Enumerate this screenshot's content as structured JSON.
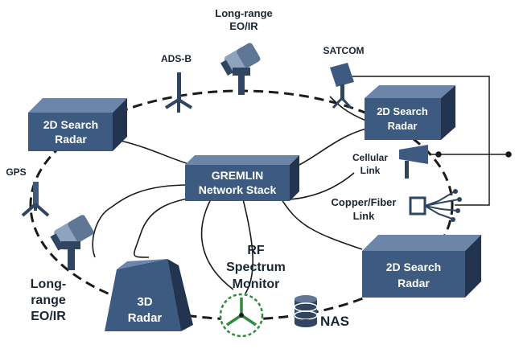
{
  "diagram": {
    "nodes": {
      "gremlin": {
        "line1": "GREMLIN",
        "line2": "Network Stack"
      },
      "radar_top_left": {
        "line1": "2D Search",
        "line2": "Radar"
      },
      "radar_top_right": {
        "line1": "2D Search",
        "line2": "Radar"
      },
      "radar_bottom_right": {
        "line1": "2D Search",
        "line2": "Radar"
      },
      "radar_3d": {
        "line1": "3D",
        "line2": "Radar"
      },
      "eoir_top": {
        "line1": "Long-range",
        "line2": "EO/IR"
      },
      "eoir_left": {
        "line1": "Long-",
        "line2": "range",
        "line3": "EO/IR"
      },
      "adsb": {
        "label": "ADS-B"
      },
      "satcom": {
        "label": "SATCOM"
      },
      "gps": {
        "label": "GPS"
      },
      "cellular": {
        "line1": "Cellular",
        "line2": "Link"
      },
      "copper_fiber": {
        "line1": "Copper/Fiber",
        "line2": "Link"
      },
      "rf_monitor": {
        "line1": "RF",
        "line2": "Spectrum",
        "line3": "Monitor"
      },
      "nas": {
        "label": "NAS"
      }
    },
    "colors": {
      "box_face": "#3d5a80",
      "box_top": "#6b86a8",
      "box_side": "#22344f",
      "line": "#1b1b1b",
      "accent_green": "#2e8b3e"
    }
  }
}
